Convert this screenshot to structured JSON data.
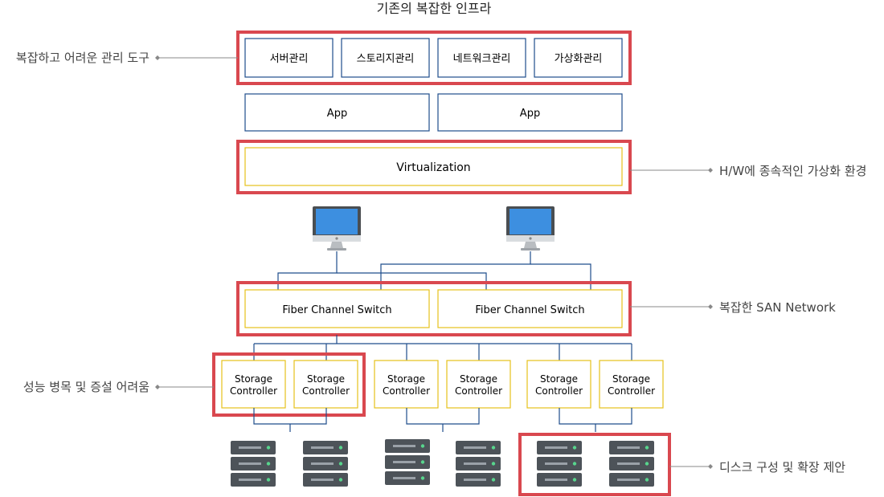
{
  "title": "기존의 복잡한 인프라",
  "colors": {
    "highlight": "#d9484f",
    "blue_border": "#1f4e8c",
    "yellow_border": "#e6c21a",
    "connector": "#1f4e8c",
    "annotation_line": "#888888",
    "monitor_screen": "#3d8fe0",
    "server_body": "#4d5359"
  },
  "management_tools": [
    "서버관리",
    "스토리지관리",
    "네트워크관리",
    "가상화관리"
  ],
  "apps": [
    "App",
    "App"
  ],
  "virtualization": "Virtualization",
  "switches": [
    "Fiber Channel Switch",
    "Fiber Channel Switch"
  ],
  "controller_line1": "Storage",
  "controller_line2": "Controller",
  "controller_count": 6,
  "server_stack_count": 6,
  "monitor_icons": [
    "monitor-icon",
    "monitor-icon"
  ],
  "server_icon": "server-rack-icon",
  "annotations": {
    "management": "복잡하고 어려운 관리 도구",
    "virtualization": "H/W에 종속적인 가상화 환경",
    "network": "복잡한 SAN Network",
    "storage": "성능 병목 및 증설 어려움",
    "disk": "디스크 구성 및 확장 제안"
  }
}
